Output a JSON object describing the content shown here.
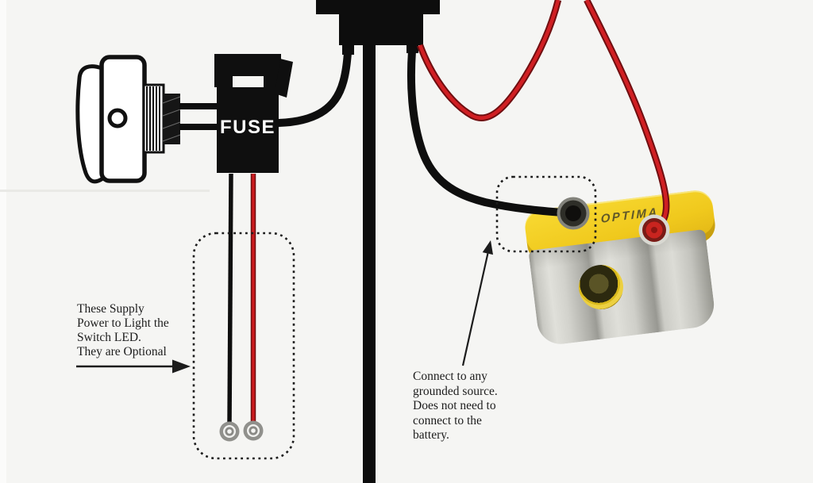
{
  "fuse": {
    "label": "FUSE"
  },
  "battery": {
    "brand": "OPTIMA"
  },
  "notes": {
    "optional": "These Supply\nPower to Light the\nSwitch LED.\nThey are Optional",
    "ground": "Connect to any\ngrounded source.\nDoes not need to\nconnect to the\nbattery."
  },
  "colors": {
    "background": "#f5f5f3",
    "wire_black": "#0e0e0e",
    "wire_red": "#cc1b1e",
    "wire_red_edge": "#6f0e10",
    "fuse_block": "#0f0f0f",
    "fuse_label_text": "#ffffff",
    "battery_top_yellow": "#f0c91d",
    "battery_body_gray": "#c7c7c1",
    "negative_terminal": "#141414",
    "positive_terminal": "#c8241f",
    "annotation_text": "#1d1d1d"
  }
}
